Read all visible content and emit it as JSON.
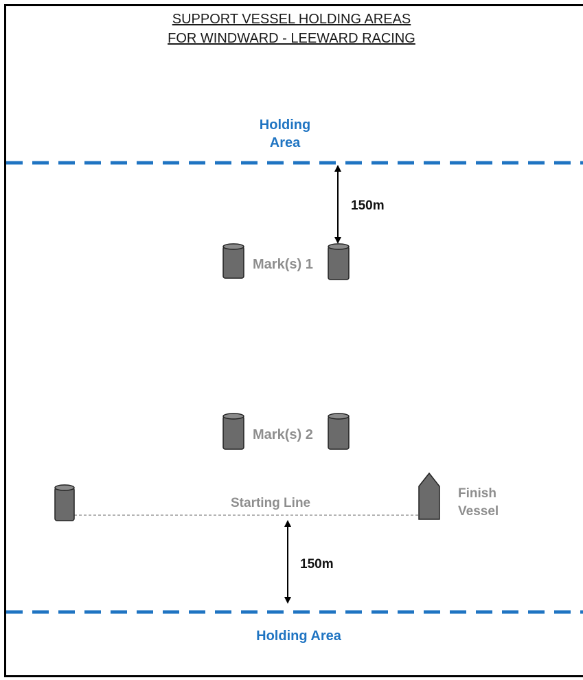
{
  "title": {
    "line1": "SUPPORT VESSEL HOLDING AREAS",
    "line2": "FOR WINDWARD - LEEWARD RACING"
  },
  "top_holding": {
    "line1": "Holding",
    "line2": "Area"
  },
  "bottom_holding": {
    "label": "Holding Area"
  },
  "distances": {
    "top": "150m",
    "bottom": "150m"
  },
  "marks": {
    "mark1": "Mark(s) 1",
    "mark2": "Mark(s) 2"
  },
  "starting_line": "Starting Line",
  "finish_vessel": {
    "line1": "Finish",
    "line2": "Vessel"
  },
  "colors": {
    "holding_line": "#1f74c2",
    "marks": "#6b6b6b",
    "labels_gray": "#8e8e8e"
  }
}
